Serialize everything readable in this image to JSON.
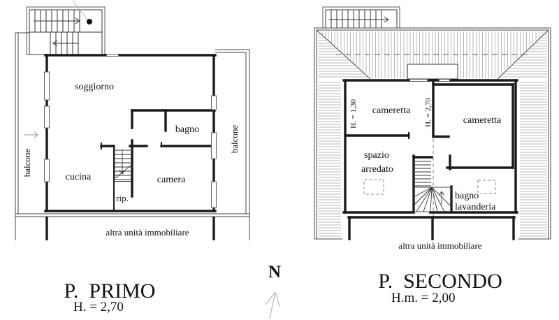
{
  "drawing_type": "floor-plan",
  "compass": {
    "north_label": "N"
  },
  "plan_primo": {
    "title": "P.  PRIMO",
    "height_note": "H. = 2,70",
    "labels": {
      "soggiorno": "soggiorno",
      "bagno": "bagno",
      "cucina": "cucina",
      "camera": "camera",
      "ripostiglio": "rip.",
      "balcone_left": "balcone",
      "balcone_right": "balcone",
      "altra_unita": "altra unità immobiliare"
    }
  },
  "plan_secondo": {
    "title": "P.  SECONDO",
    "height_note": "H.m. = 2,00",
    "labels": {
      "cameretta_left": "cameretta",
      "cameretta_right": "cameretta",
      "spazio_line1": "spazio",
      "spazio_line2": "arredato",
      "bagno_line1": "bagno",
      "bagno_line2": "lavanderia",
      "height_130": "H. = 1,30",
      "height_270": "H. = 2,70",
      "altra_unita": "altra unità immobiliare"
    }
  },
  "colors": {
    "background": "#ffffff",
    "line": "#1a1a1a",
    "hatch": "#999999",
    "gray_arrow": "#b5b5b5"
  }
}
